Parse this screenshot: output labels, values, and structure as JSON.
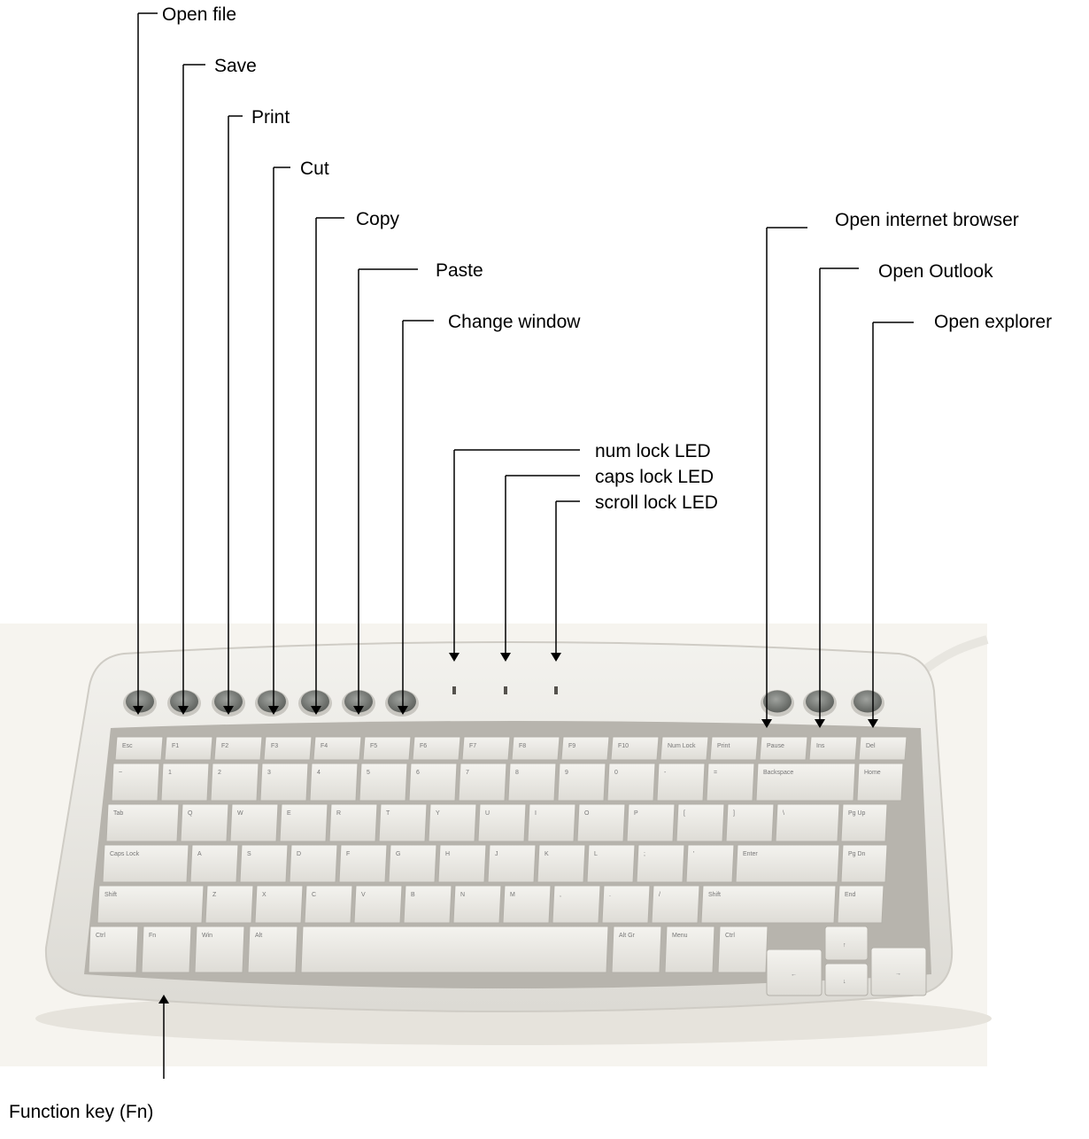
{
  "callouts": {
    "open_file": "Open file",
    "save": "Save",
    "print": "Print",
    "cut": "Cut",
    "copy": "Copy",
    "paste": "Paste",
    "change_window": "Change window",
    "open_internet_browser": "Open internet browser",
    "open_outlook": "Open Outlook",
    "open_explorer": "Open explorer",
    "num_lock_led": "num lock LED",
    "caps_lock_led": "caps lock LED",
    "scroll_lock_led": "scroll lock LED",
    "function_key": "Function key (Fn)"
  },
  "keyboard": {
    "row_function": [
      "Esc",
      "F1",
      "F2",
      "F3",
      "F4",
      "F5",
      "F6",
      "F7",
      "F8",
      "F9",
      "F10",
      "Num Lock",
      "Print",
      "Pause",
      "Ins",
      "Del"
    ],
    "row_number": [
      "~",
      "1",
      "2",
      "3",
      "4",
      "5",
      "6",
      "7",
      "8",
      "9",
      "0",
      "-",
      "=",
      "Backspace",
      "Home"
    ],
    "row_q": [
      "Tab",
      "Q",
      "W",
      "E",
      "R",
      "T",
      "Y",
      "U",
      "I",
      "O",
      "P",
      "[",
      "]",
      "\\",
      "Pg Up"
    ],
    "row_a": [
      "Caps Lock",
      "A",
      "S",
      "D",
      "F",
      "G",
      "H",
      "J",
      "K",
      "L",
      ";",
      "'",
      "Enter",
      "Pg Dn"
    ],
    "row_z": [
      "Shift",
      "Z",
      "X",
      "C",
      "V",
      "B",
      "N",
      "M",
      ",",
      ".",
      "/",
      "Shift",
      "End"
    ],
    "row_bottom": [
      "Ctrl",
      "Fn",
      "Win",
      "Alt",
      "",
      "Alt Gr",
      "Menu",
      "Ctrl"
    ],
    "arrows": [
      "↑",
      "←",
      "↓",
      "→"
    ]
  },
  "colors": {
    "key": "#ecebe6",
    "body": "#f1f0ec",
    "hotkey": "#7d807c"
  }
}
